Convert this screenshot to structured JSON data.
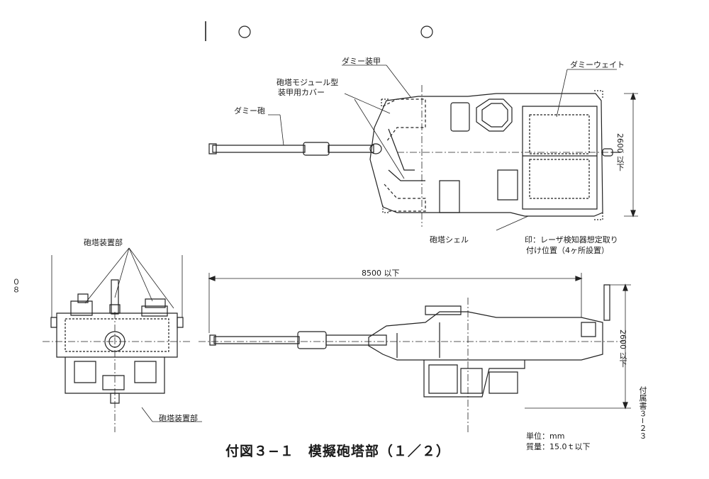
{
  "labels": {
    "dummy_armor": "ダミー装甲",
    "turret_module_cover_line1": "砲塔モジュール型",
    "turret_module_cover_line2": "装甲用カバー",
    "dummy_gun": "ダミー砲",
    "dummy_weight": "ダミーウェイト",
    "turret_shell": "砲塔シェル",
    "laser_detector_note_line1": "印：レーザ検知器想定取り",
    "laser_detector_note_line2": "付け位置（4ヶ所設置）",
    "turret_device_top": "砲塔装置部",
    "turret_device_bottom": "砲塔装置部"
  },
  "dimensions": {
    "length": "8500 以下",
    "width_top_view": "2600 以下",
    "height_side_view": "2600 以下"
  },
  "caption": "付図３−１　模擬砲塔部（１／２）",
  "units": {
    "unit": "単位：mm",
    "mass": "質量：15.0ｔ以下"
  },
  "margin": {
    "page_ref": "付属書３−２３",
    "left_number": "０８"
  }
}
